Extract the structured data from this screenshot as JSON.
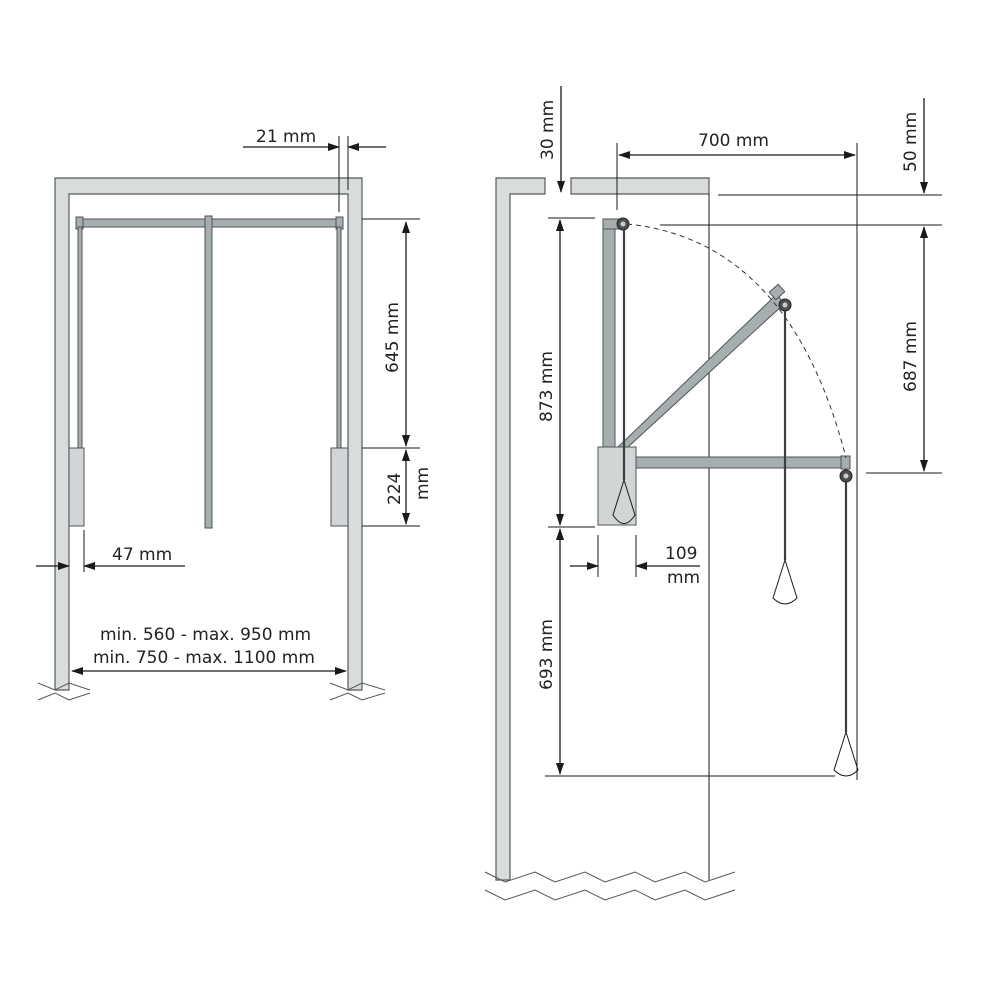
{
  "front_view": {
    "dims": {
      "wall_offset": "21 mm",
      "rail_travel": "645 mm",
      "box_height_value": "224",
      "box_height_unit": "mm",
      "side_clearance": "47 mm",
      "width_range_1": "min. 560 - max. 950 mm",
      "width_range_2": "min. 750 - max. 1100 mm"
    }
  },
  "side_view": {
    "dims": {
      "top_clearance": "30 mm",
      "reach": "700 mm",
      "top_offset": "50 mm",
      "height_total": "873 mm",
      "drop": "687 mm",
      "depth_value": "109",
      "depth_unit": "mm",
      "lower_extension": "693 mm"
    }
  },
  "colors": {
    "wall_fill": "#d9dcdc",
    "bar_fill": "#a7aeb0",
    "box_fill": "#d2d5d5",
    "line": "#1a1a1a"
  }
}
